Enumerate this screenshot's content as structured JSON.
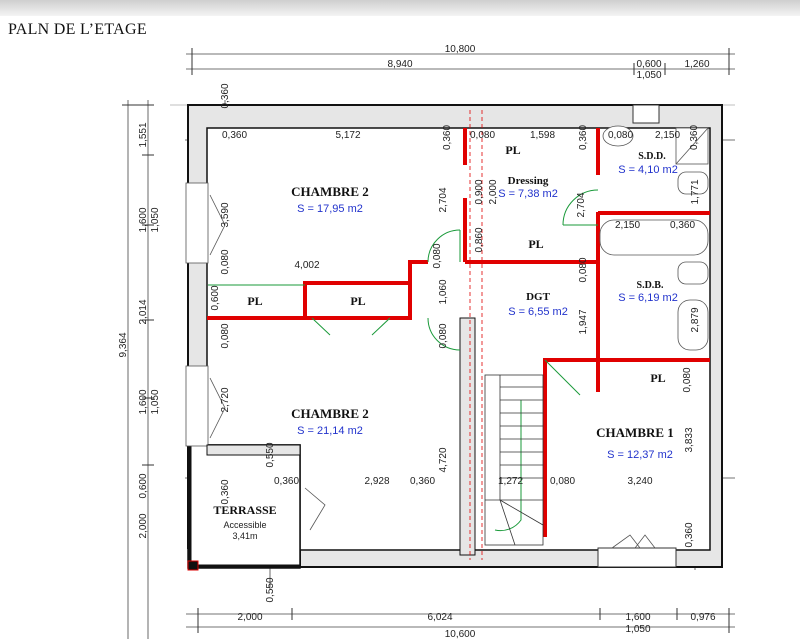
{
  "title": "PALN DE L’ETAGE",
  "rooms": {
    "chambre2_top": {
      "name": "CHAMBRE 2",
      "area": "S = 17,95 m2"
    },
    "dressing": {
      "name": "Dressing",
      "area": "S = 7,38 m2"
    },
    "sdd": {
      "name": "S.D.D.",
      "area": "S = 4,10 m2"
    },
    "sdb": {
      "name": "S.D.B.",
      "area": "S = 6,19 m2"
    },
    "dgt": {
      "name": "DGT",
      "area": "S = 6,55 m2"
    },
    "chambre2_bottom": {
      "name": "CHAMBRE 2",
      "area": "S = 21,14 m2"
    },
    "chambre1": {
      "name": "CHAMBRE 1",
      "area": "S = 12,37 m2"
    },
    "terrasse": {
      "name": "TERRASSE",
      "note": "Accessible",
      "area": "3,41m"
    }
  },
  "closets": [
    "PL",
    "PL",
    "PL",
    "PL",
    "PL"
  ],
  "dimensions": {
    "top_total": "10,800",
    "top": [
      "8,940",
      "0,600",
      "1,050",
      "1,260"
    ],
    "top_inner": [
      "0,360",
      "5,172",
      "0,360",
      "0,080",
      "1,598",
      "0,360",
      "0,080",
      "2,150",
      "0,360"
    ],
    "bottom_total": "10,600",
    "bottom": [
      "2,000",
      "6,024",
      "1,600",
      "1,050",
      "0,976"
    ],
    "bottom_inner": [
      "0,360",
      "2,928",
      "0,360",
      "1,272",
      "0,080",
      "3,240"
    ],
    "left_total": "9,364",
    "left": [
      "1,551",
      "1,600",
      "1,050",
      "2,014",
      "1,600",
      "1,050",
      "0,600",
      "2,000"
    ],
    "left_inner": [
      "0,360",
      "3,590",
      "0,080",
      "0,600",
      "0,080",
      "2,720",
      "0,360",
      "0,550",
      "0,550"
    ],
    "middle": [
      "2,704",
      "2,704",
      "0,860",
      "0,900",
      "2,000",
      "0,080",
      "1,060",
      "0,080",
      "4,720",
      "4,002",
      "0,080",
      "1,947",
      "2,150",
      "0,360",
      "1,771",
      "2,879",
      "0,080",
      "3,833",
      "0,360"
    ]
  },
  "colors": {
    "wall": "#111111",
    "new_wall": "#e00000",
    "door": "#1a9a3a",
    "area_text": "#2233cc",
    "wall_fill": "#e6e6e6"
  }
}
